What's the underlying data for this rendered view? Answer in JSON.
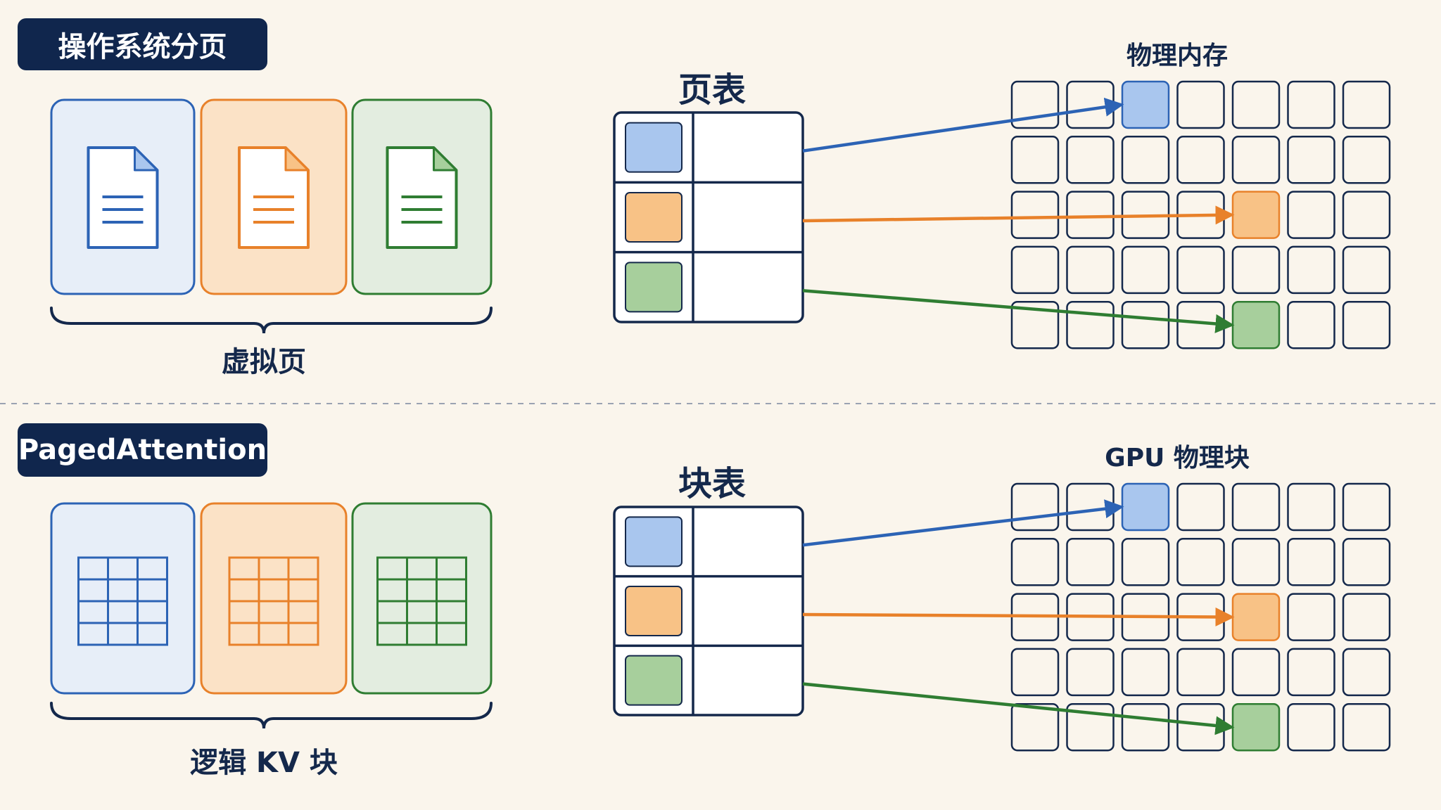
{
  "colors": {
    "background": "#faf5ec",
    "navy": "#14284b",
    "blue": "#2c63b5",
    "blue_fill": "#a9c6ee",
    "blue_bg": "#e7eef8",
    "orange": "#e8812a",
    "orange_fill": "#f8c286",
    "orange_bg": "#fbe2c6",
    "green": "#2f7d32",
    "green_fill": "#a7cf9c",
    "green_bg": "#e3ede0"
  },
  "sections": [
    {
      "id": "os",
      "badge": "操作系统分页",
      "left_caption": "虚拟页",
      "table_title": "页表",
      "grid_title": "物理内存",
      "icon_kind": "document-icon",
      "grid": {
        "rows": 5,
        "cols": 7
      },
      "mappings": [
        {
          "color": "blue",
          "target_row": 0,
          "target_col": 2
        },
        {
          "color": "orange",
          "target_row": 2,
          "target_col": 4
        },
        {
          "color": "green",
          "target_row": 4,
          "target_col": 4
        }
      ]
    },
    {
      "id": "paged",
      "badge": "PagedAttention",
      "left_caption": "逻辑 KV 块",
      "table_title": "块表",
      "grid_title": "GPU 物理块",
      "icon_kind": "grid-icon",
      "grid": {
        "rows": 5,
        "cols": 7
      },
      "mappings": [
        {
          "color": "blue",
          "target_row": 0,
          "target_col": 2
        },
        {
          "color": "orange",
          "target_row": 2,
          "target_col": 4
        },
        {
          "color": "green",
          "target_row": 4,
          "target_col": 4
        }
      ]
    }
  ]
}
